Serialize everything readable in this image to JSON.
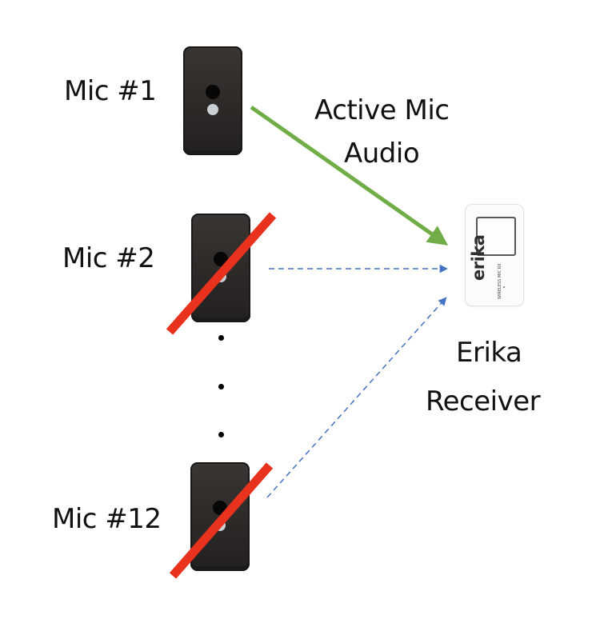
{
  "diagram": {
    "microphones": [
      {
        "label": "Mic #1",
        "state": "active"
      },
      {
        "label": "Mic #2",
        "state": "inactive"
      },
      {
        "label": "Mic #12",
        "state": "inactive"
      }
    ],
    "ellipsis_dots": 3,
    "active_link_label": [
      "Active Mic",
      "Audio"
    ],
    "receiver": {
      "label": [
        "Erika",
        "Receiver"
      ],
      "brand_text": "erika",
      "brand_subtext": "WIRELESS MIC RX"
    },
    "colors": {
      "active_arrow": "#70ad47",
      "inactive_arrow": "#4472c4",
      "cross_out": "#e8321e",
      "mic_body": "#2c2927",
      "text": "#111111"
    },
    "links": [
      {
        "from": "Mic #1",
        "to": "Erika Receiver",
        "style": "solid",
        "color_key": "active_arrow"
      },
      {
        "from": "Mic #2",
        "to": "Erika Receiver",
        "style": "dashed",
        "color_key": "inactive_arrow"
      },
      {
        "from": "Mic #12",
        "to": "Erika Receiver",
        "style": "dashed",
        "color_key": "inactive_arrow"
      }
    ]
  }
}
